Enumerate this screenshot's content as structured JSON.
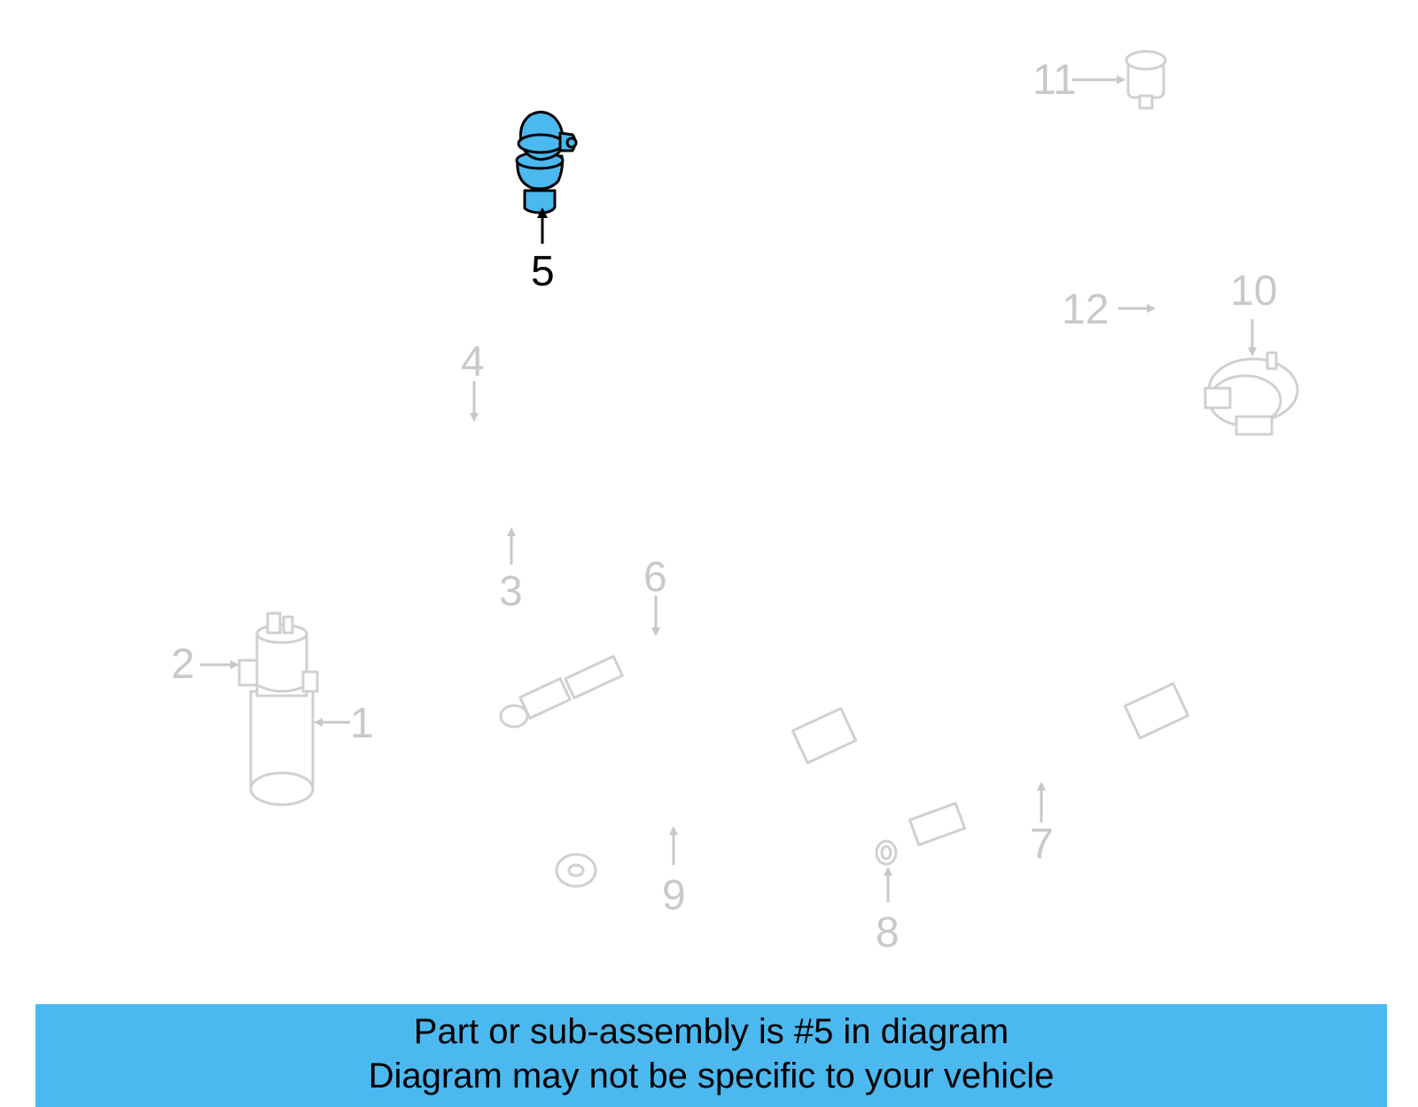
{
  "colors": {
    "highlight": "#4cb8f0",
    "banner": "#4cb8f0",
    "ghost": "#d0d0d0"
  },
  "callouts": {
    "c1": "1",
    "c2": "2",
    "c3": "3",
    "c4": "4",
    "c5": "5",
    "c6": "6",
    "c7": "7",
    "c8": "8",
    "c9": "9",
    "c10": "10",
    "c11": "11",
    "c12": "12"
  },
  "banner": {
    "line1": "Part or sub-assembly is #5 in diagram",
    "line2": "Diagram may not be specific to your vehicle"
  }
}
